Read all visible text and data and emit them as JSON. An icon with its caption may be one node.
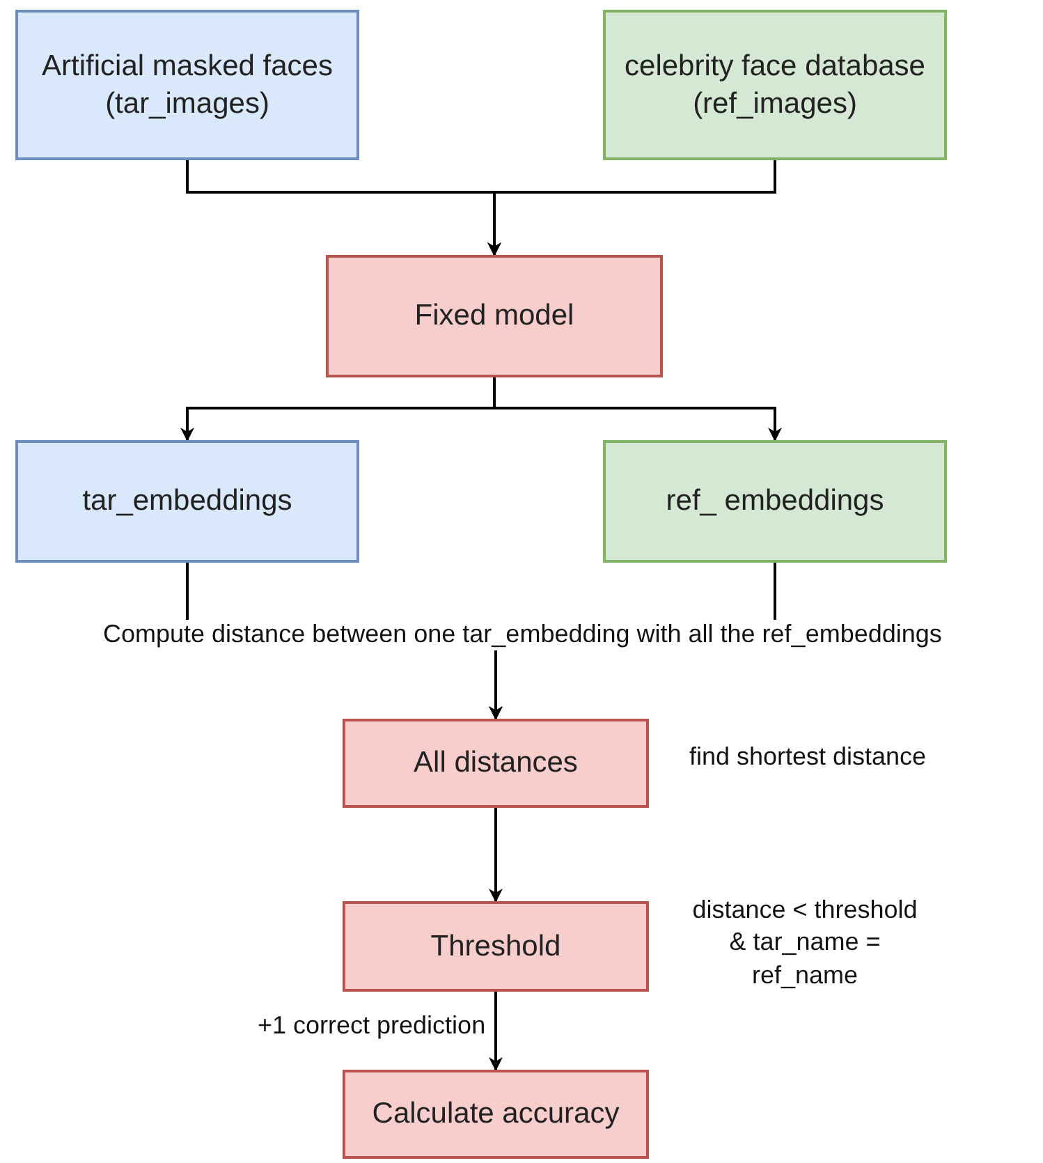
{
  "diagram": {
    "nodes": [
      {
        "text": [
          "Artificial masked faces (tar_images)"
        ]
      },
      {
        "text": [
          "celebrity face database (ref_images)"
        ]
      },
      {
        "text": [
          "Fixed model"
        ]
      },
      {
        "text": [
          "tar_embeddings"
        ]
      },
      {
        "text": [
          "ref_ embeddings"
        ]
      },
      {
        "text": [
          "All distances"
        ],
        "beside": [
          "find shortest distance"
        ]
      },
      {
        "text": [
          "Threshold"
        ],
        "beside": [
          "distance < threshold & tar_name = ref_name"
        ]
      },
      {
        "text": [
          "Calculate accuracy"
        ]
      }
    ],
    "edges": [
      {
        "from": 0,
        "to": 2,
        "arrow": "to"
      },
      {
        "from": 1,
        "to": 2,
        "arrow": "to"
      },
      {
        "from": 2,
        "to": 3,
        "arrow": "to"
      },
      {
        "from": 2,
        "to": 4,
        "arrow": "to"
      },
      {
        "from": 3,
        "to": 5,
        "arrow": "to",
        "label": "Compute distance between one tar_embedding with all the ref_embeddings"
      },
      {
        "from": 4,
        "to": 5,
        "arrow": "to"
      },
      {
        "from": 5,
        "to": 6,
        "arrow": "to"
      },
      {
        "from": 6,
        "to": 7,
        "arrow": "to",
        "label": "+1 correct prediction"
      }
    ]
  }
}
